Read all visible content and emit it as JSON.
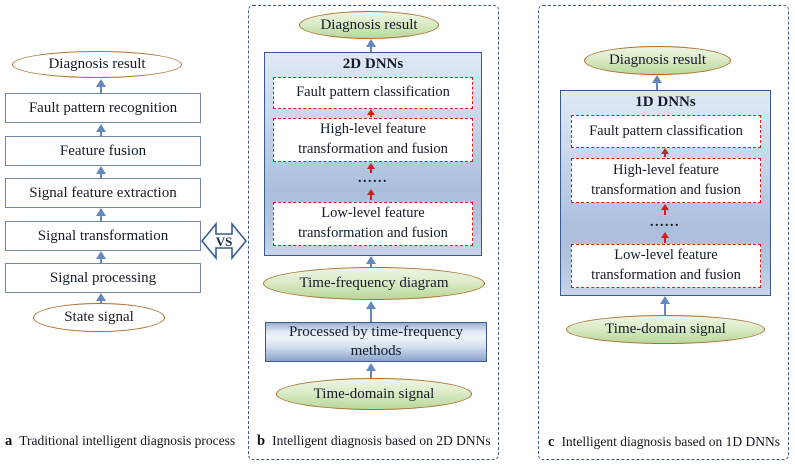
{
  "panel_a": {
    "caption_letter": "a",
    "caption_text": "Traditional intelligent diagnosis process",
    "result_ellipse": "Diagnosis result",
    "boxes": [
      "Fault pattern recognition",
      "Feature fusion",
      "Signal feature extraction",
      "Signal transformation",
      "Signal processing"
    ],
    "start_ellipse": "State signal"
  },
  "vs": {
    "label": "VS"
  },
  "panel_b": {
    "caption_letter": "b",
    "caption_text": "Intelligent diagnosis based on 2D DNNs",
    "result_ellipse": "Diagnosis result",
    "dnn_title": "2D DNNs",
    "layers": [
      "Fault pattern classification",
      "High-level feature transformation and fusion",
      "Low-level feature transformation and fusion"
    ],
    "dots": "......",
    "tf_ellipse": "Time-frequency diagram",
    "process_box": "Processed by time-frequency methods",
    "input_ellipse": "Time-domain signal"
  },
  "panel_c": {
    "caption_letter": "c",
    "caption_text": "Intelligent diagnosis based on 1D DNNs",
    "result_ellipse": "Diagnosis result",
    "dnn_title": "1D DNNs",
    "layers": [
      "Fault pattern classification",
      "High-level feature transformation and fusion",
      "Low-level feature transformation and fusion"
    ],
    "dots": "......",
    "input_ellipse": "Time-domain signal"
  },
  "colors": {
    "panel_border": "#3a5a85",
    "flowbox_border": "#7186ab",
    "dnn_border": "#3a5a8e",
    "ellipse_border": "#a9712f",
    "green_fill": "#cfe5b7",
    "red_dashed": "#cf1f1f",
    "blue_arrow": "#6288bf",
    "text": "#131b2a"
  }
}
